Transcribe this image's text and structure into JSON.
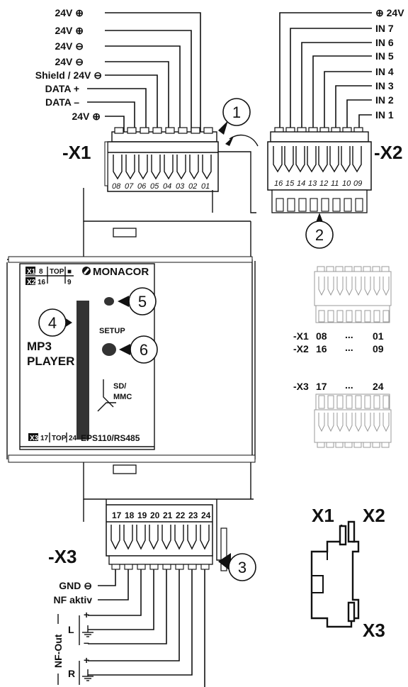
{
  "x1": {
    "name": "-X1",
    "terminals": [
      "08",
      "07",
      "06",
      "05",
      "04",
      "03",
      "02",
      "01"
    ],
    "wire_labels": [
      "24V ⊕",
      "24V ⊕",
      "24V ⊖",
      "24V ⊖",
      "Shield / 24V ⊖",
      "DATA +",
      "DATA –",
      "24V ⊕"
    ]
  },
  "x2": {
    "name": "-X2",
    "terminals": [
      "16",
      "15",
      "14",
      "13",
      "12",
      "11",
      "10",
      "09"
    ],
    "wire_labels": [
      "⊕ 24V",
      "IN 7",
      "IN 6",
      "IN 5",
      "IN 4",
      "IN 3",
      "IN 2",
      "IN 1"
    ]
  },
  "x3": {
    "name": "-X3",
    "terminals": [
      "17",
      "18",
      "19",
      "20",
      "21",
      "22",
      "23",
      "24"
    ],
    "wire_labels": [
      "GND ⊖",
      "NF aktiv"
    ],
    "nf_out": {
      "label": "NF-Out",
      "left": "L",
      "right": "R",
      "plus": "+",
      "minus": "–"
    }
  },
  "callouts": [
    "1",
    "2",
    "3",
    "4",
    "5",
    "6"
  ],
  "device": {
    "brand": "MONACOR",
    "title_line1": "MP3",
    "title_line2": "PLAYER",
    "setup": "SETUP",
    "sd_line1": "SD/",
    "sd_line2": "MMC",
    "model": "EPS110/RS485",
    "map_top": [
      "X1",
      "8",
      "TOP",
      "■"
    ],
    "map_mid": [
      "X2",
      "16",
      "9"
    ],
    "map_bottom": [
      "X3",
      "17",
      "TOP",
      "24"
    ]
  },
  "legend": {
    "row1": [
      "-X1",
      "08",
      "...",
      "01"
    ],
    "row2": [
      "-X2",
      "16",
      "...",
      "09"
    ],
    "row3": [
      "-X3",
      "17",
      "...",
      "24"
    ]
  },
  "side_view": {
    "x1": "X1",
    "x2": "X2",
    "x3": "X3"
  }
}
